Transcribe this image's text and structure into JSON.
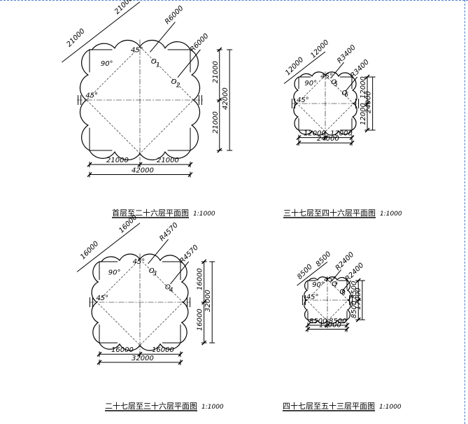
{
  "plans": [
    {
      "title": "首层至二十六层平面图",
      "scale": "1:1000",
      "total_width": "42000",
      "half_width": "21000",
      "radius_top": "R6000",
      "radius_right": "R6000",
      "diag_dims": [
        "21000",
        "21000"
      ],
      "center_top": "O",
      "center_top_sub": "1",
      "center_right": "O",
      "center_right_sub": "2",
      "angle_top": "45°",
      "angle_left": "45°",
      "angle_corner": "90°"
    },
    {
      "title": "三十七层至四十六层平面图",
      "scale": "1:1000",
      "total_width": "24000",
      "half_width": "12000",
      "radius_top": "R3400",
      "radius_right": "R3400",
      "diag_dims": [
        "12000",
        "12000"
      ],
      "center_top": "O",
      "center_top_sub": "5",
      "center_right": "O",
      "center_right_sub": "6",
      "angle_top": "45°",
      "angle_left": "45°",
      "angle_corner": "90°"
    },
    {
      "title": "二十七层至三十六层平面图",
      "scale": "1:1000",
      "total_width": "32000",
      "half_width": "16000",
      "radius_top": "R4570",
      "radius_right": "R4570",
      "diag_dims": [
        "16000",
        "16000"
      ],
      "center_top": "O",
      "center_top_sub": "3",
      "center_right": "O",
      "center_right_sub": "4",
      "angle_top": "45°",
      "angle_left": "45°",
      "angle_corner": "90°"
    },
    {
      "title": "四十七层至五十三层平面图",
      "scale": "1:1000",
      "total_width": "17000",
      "half_width": "8500",
      "radius_top": "R2400",
      "radius_right": "R2400",
      "diag_dims": [
        "8500",
        "8500"
      ],
      "center_top": "O",
      "center_top_sub": "7",
      "center_right": "O",
      "center_right_sub": "8",
      "angle_top": "45°",
      "angle_left": "45°",
      "angle_corner": "90°"
    }
  ],
  "colors": {
    "line": "#000000",
    "frame": "#4a7fd0"
  }
}
